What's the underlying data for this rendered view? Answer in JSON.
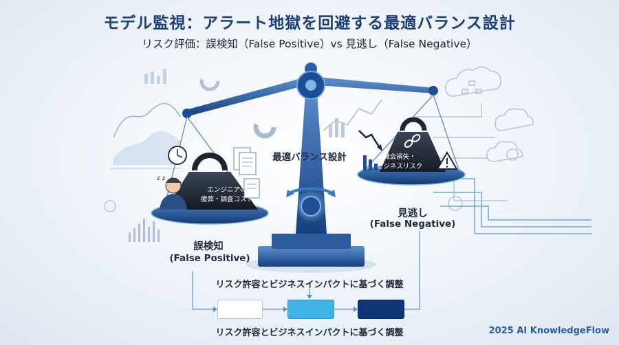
{
  "title": "モデル監視：アラート地獄を回避する最適バランス設計",
  "subtitle": "リスク評価：誤検知（False Positive）vs 見逃し（False Negative）",
  "center_label": "最適バランス設計",
  "left_weight": {
    "line1": "エンジニアの",
    "line2": "疲弊・調査コスト"
  },
  "right_weight": {
    "line1": "機会損失・",
    "line2": "ビジネスリスク"
  },
  "false_positive": {
    "title": "誤検知",
    "subtitle": "(False Positive)"
  },
  "false_negative": {
    "title": "見逃し",
    "subtitle": "(False Negative)"
  },
  "flow": {
    "top_label": "リスク許容とビジネスインパクトに基づく調整",
    "bottom_label": "リスク許容とビジネスインパクトに基づく調整"
  },
  "copyright": "2025 AI KnowledgeFlow",
  "colors": {
    "title": "#1c3f78",
    "accent_light": "#3fb4e5",
    "accent_dark": "#0d3577",
    "beam": "#1b4f9a"
  }
}
